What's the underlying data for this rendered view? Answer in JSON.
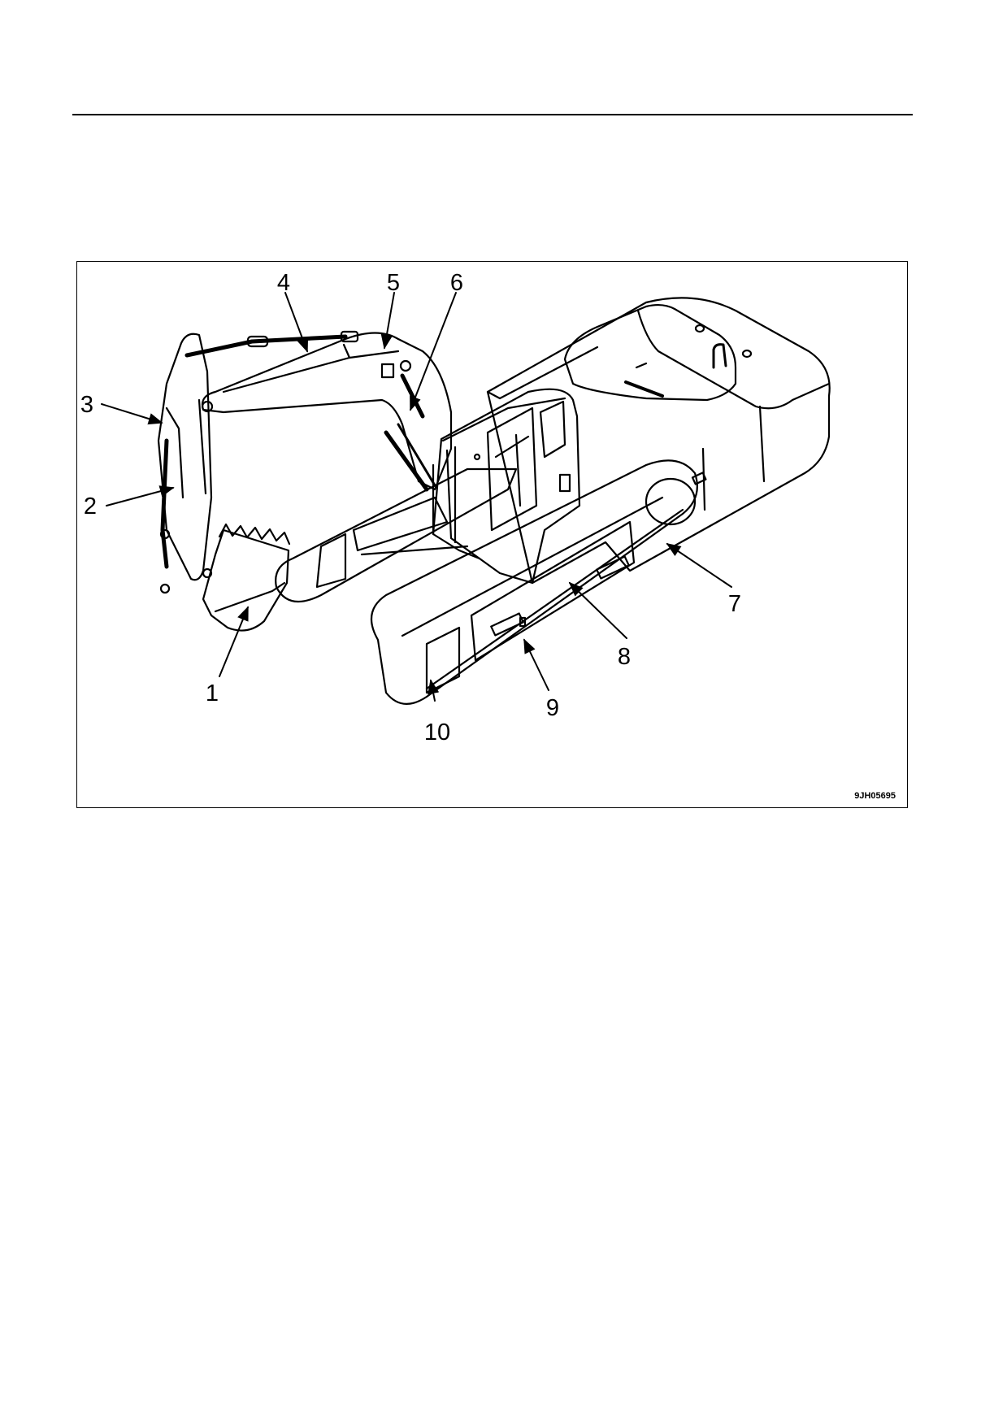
{
  "figure": {
    "id": "9JH05695",
    "callouts": [
      "1",
      "2",
      "3",
      "4",
      "5",
      "6",
      "7",
      "8",
      "9",
      "10"
    ]
  }
}
